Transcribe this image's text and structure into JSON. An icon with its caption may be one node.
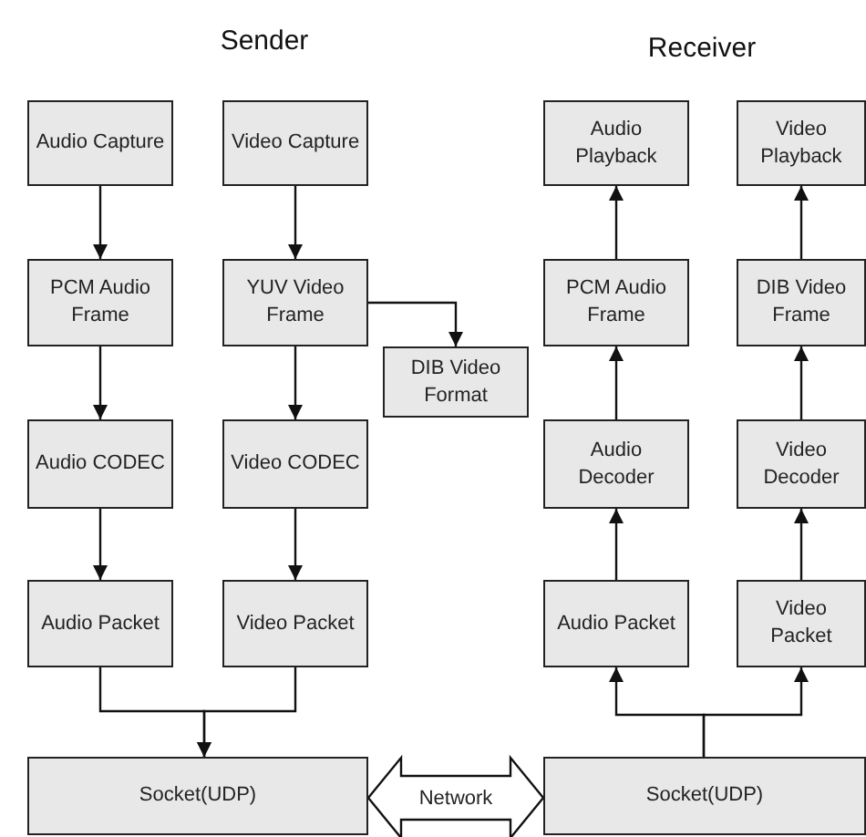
{
  "diagram": {
    "nodes": [
      {
        "text": [
          "Audio Capture"
        ]
      },
      {
        "text": [
          "Video Capture"
        ]
      },
      {
        "text": [
          "PCM Audio Frame"
        ]
      },
      {
        "text": [
          "YUV Video Frame"
        ]
      },
      {
        "text": [
          "DIB Video Format"
        ]
      },
      {
        "text": [
          "Audio CODEC"
        ]
      },
      {
        "text": [
          "Video CODEC"
        ]
      },
      {
        "text": [
          "Audio Packet"
        ]
      },
      {
        "text": [
          "Video Packet"
        ]
      },
      {
        "text": [
          "Socket(UDP)"
        ]
      },
      {
        "text": [
          "Audio Playback"
        ]
      },
      {
        "text": [
          "Video Playback"
        ]
      },
      {
        "text": [
          "PCM Audio Frame"
        ]
      },
      {
        "text": [
          "DIB Video Frame"
        ]
      },
      {
        "text": [
          "Audio Decoder"
        ]
      },
      {
        "text": [
          "Video Decoder"
        ]
      },
      {
        "text": [
          "Audio Packet"
        ]
      },
      {
        "text": [
          "Video Packet"
        ]
      },
      {
        "text": [
          "Socket(UDP)"
        ]
      }
    ],
    "edges": [
      {
        "from": 0,
        "to": 2,
        "arrow": "to"
      },
      {
        "from": 1,
        "to": 3,
        "arrow": "to"
      },
      {
        "from": 3,
        "to": 4,
        "arrow": "to"
      },
      {
        "from": 2,
        "to": 5,
        "arrow": "to"
      },
      {
        "from": 3,
        "to": 6,
        "arrow": "to"
      },
      {
        "from": 5,
        "to": 7,
        "arrow": "to"
      },
      {
        "from": 6,
        "to": 8,
        "arrow": "to"
      },
      {
        "from": 7,
        "to": 9,
        "arrow": "to"
      },
      {
        "from": 8,
        "to": 9,
        "arrow": "to"
      },
      {
        "from": 9,
        "to": 18,
        "arrow": "both",
        "label": "Network",
        "style": "thick"
      },
      {
        "from": 12,
        "to": 10,
        "arrow": "to"
      },
      {
        "from": 13,
        "to": 11,
        "arrow": "to"
      },
      {
        "from": 14,
        "to": 12,
        "arrow": "to"
      },
      {
        "from": 15,
        "to": 13,
        "arrow": "to"
      },
      {
        "from": 16,
        "to": 14,
        "arrow": "to"
      },
      {
        "from": 17,
        "to": 15,
        "arrow": "to"
      },
      {
        "from": 18,
        "to": 16,
        "arrow": "to"
      },
      {
        "from": 18,
        "to": 17,
        "arrow": "to"
      }
    ],
    "labels": [
      "Sender",
      "Receiver"
    ]
  }
}
